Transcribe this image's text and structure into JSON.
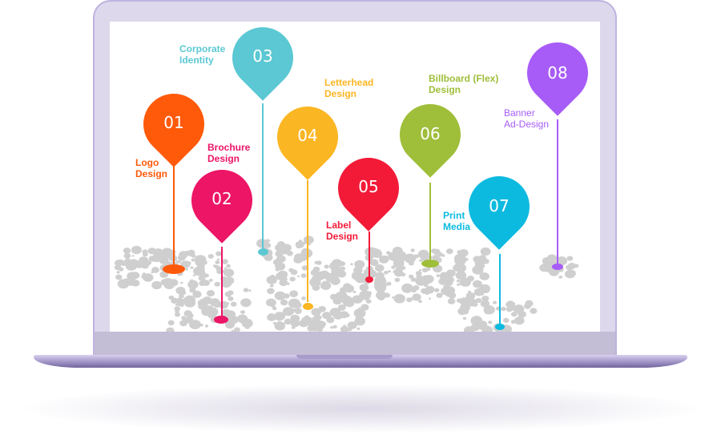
{
  "scene": {
    "description": "Laptop mockup showing world map infographic with 8 location pins for design services"
  },
  "pins": [
    {
      "num": "01",
      "label_line1": "Logo",
      "label_line2": "Design",
      "color": "#ff5a0a"
    },
    {
      "num": "02",
      "label_line1": "Brochure",
      "label_line2": "Design",
      "color": "#ec1566"
    },
    {
      "num": "03",
      "label_line1": "Corporate",
      "label_line2": "Identity",
      "color": "#5bc8d3"
    },
    {
      "num": "04",
      "label_line1": "Letterhead",
      "label_line2": "Design",
      "color": "#fbb623"
    },
    {
      "num": "05",
      "label_line1": "Label",
      "label_line2": "Design",
      "color": "#f31a38"
    },
    {
      "num": "06",
      "label_line1": "Billboard (Flex)",
      "label_line2": "Design",
      "color": "#9fbe3a"
    },
    {
      "num": "07",
      "label_line1": "Print",
      "label_line2": "Media",
      "color": "#0dbadf"
    },
    {
      "num": "08",
      "label_line1": "Banner",
      "label_line2": "Ad-Design",
      "color": "#a75cf7"
    }
  ],
  "colors": {
    "laptop_frame": "#ddd8ec",
    "laptop_base": "#9d90c5",
    "map_dots": "#cfcfcf"
  }
}
